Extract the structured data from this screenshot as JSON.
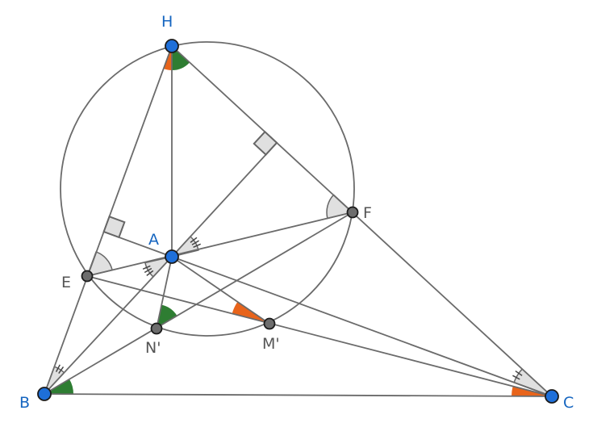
{
  "points": {
    "H": {
      "label": "H",
      "color": "#1565c0"
    },
    "A": {
      "label": "A",
      "color": "#1565c0"
    },
    "B": {
      "label": "B",
      "color": "#1565c0"
    },
    "C": {
      "label": "C",
      "color": "#1565c0"
    },
    "E": {
      "label": "E",
      "color": "#555555"
    },
    "F": {
      "label": "F",
      "color": "#555555"
    },
    "N": {
      "label": "N'",
      "color": "#555555"
    },
    "M": {
      "label": "M'",
      "color": "#555555"
    }
  },
  "colors": {
    "line": "#6b6b6b",
    "green": "#2e7d32",
    "orange": "#e8641b",
    "gray": "#e0e0e0",
    "blue_point": "#1e6fd9",
    "gray_point": "#6d6d6d"
  }
}
